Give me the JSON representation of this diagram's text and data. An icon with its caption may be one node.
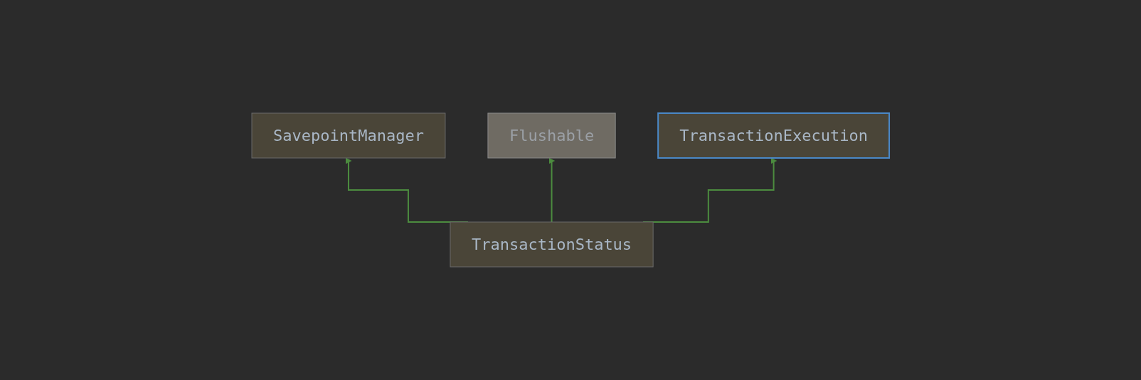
{
  "diagram": {
    "nodes": [
      {
        "text": [
          "SavepointManager"
        ]
      },
      {
        "text": [
          "Flushable"
        ]
      },
      {
        "text": [
          "TransactionExecution"
        ]
      },
      {
        "text": [
          "TransactionStatus"
        ]
      }
    ],
    "edges": [
      {
        "from": 3,
        "to": 0,
        "arrow": "to"
      },
      {
        "from": 3,
        "to": 1,
        "arrow": "to"
      },
      {
        "from": 3,
        "to": 2,
        "arrow": "to"
      }
    ]
  }
}
